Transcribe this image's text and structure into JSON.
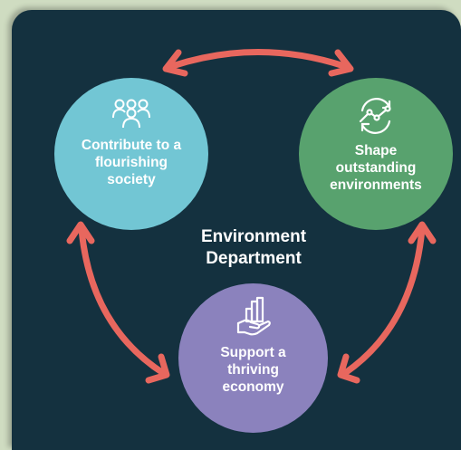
{
  "title": "Environment\nDepartment",
  "nodes": {
    "society": {
      "label": "Contribute to a\nflourishing\nsociety",
      "icon": "people-group-icon",
      "color": "#72c6d4"
    },
    "environments": {
      "label": "Shape\noutstanding\nenvironments",
      "icon": "growth-cycle-icon",
      "color": "#58a26e"
    },
    "economy": {
      "label": "Support a\nthriving\neconomy",
      "icon": "hand-chart-icon",
      "color": "#8b82bd"
    }
  },
  "colors": {
    "background": "#14313f",
    "arrows": "#e8675e",
    "outer": "#cfdcc1"
  }
}
